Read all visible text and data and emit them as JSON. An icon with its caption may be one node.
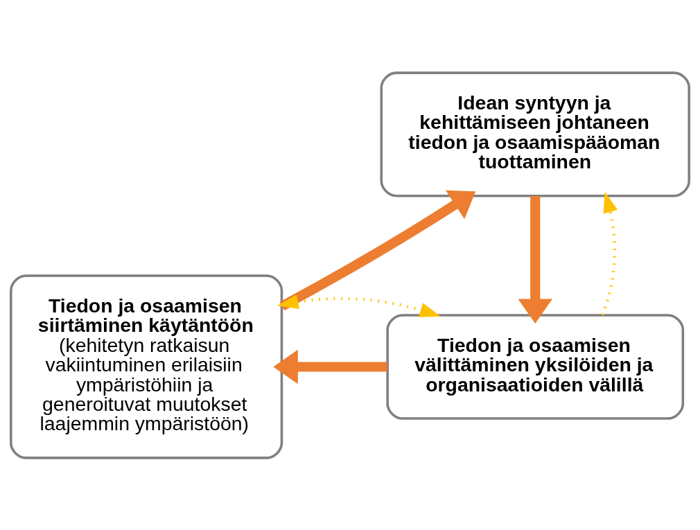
{
  "diagram": {
    "nodes": [
      {
        "text": [
          "Idean syntyyn ja kehittämiseen johtaneen tiedon ja osaamispääoman tuottaminen"
        ]
      },
      {
        "text": [
          "Tiedon ja osaamisen välittäminen yksilöiden ja organisaatioiden välillä"
        ]
      },
      {
        "text": [
          "Tiedon ja osaamisen siirtäminen käytäntöön",
          "(kehitetyn ratkaisun vakiintuminen erilaisiin ympäristöhiin ja generoituvat muutokset laajemmin ympäristöön)"
        ]
      }
    ],
    "edges": [
      {
        "from": 0,
        "to": 1,
        "arrow": "to"
      },
      {
        "from": 1,
        "to": 2,
        "arrow": "to"
      },
      {
        "from": 2,
        "to": 0,
        "arrow": "to"
      },
      {
        "from": 1,
        "to": 0,
        "arrow": "to",
        "style": "dashed",
        "color": "#ffc000"
      },
      {
        "from": 2,
        "to": 1,
        "arrow": "both",
        "style": "dashed",
        "color": "#ffc000"
      }
    ]
  }
}
